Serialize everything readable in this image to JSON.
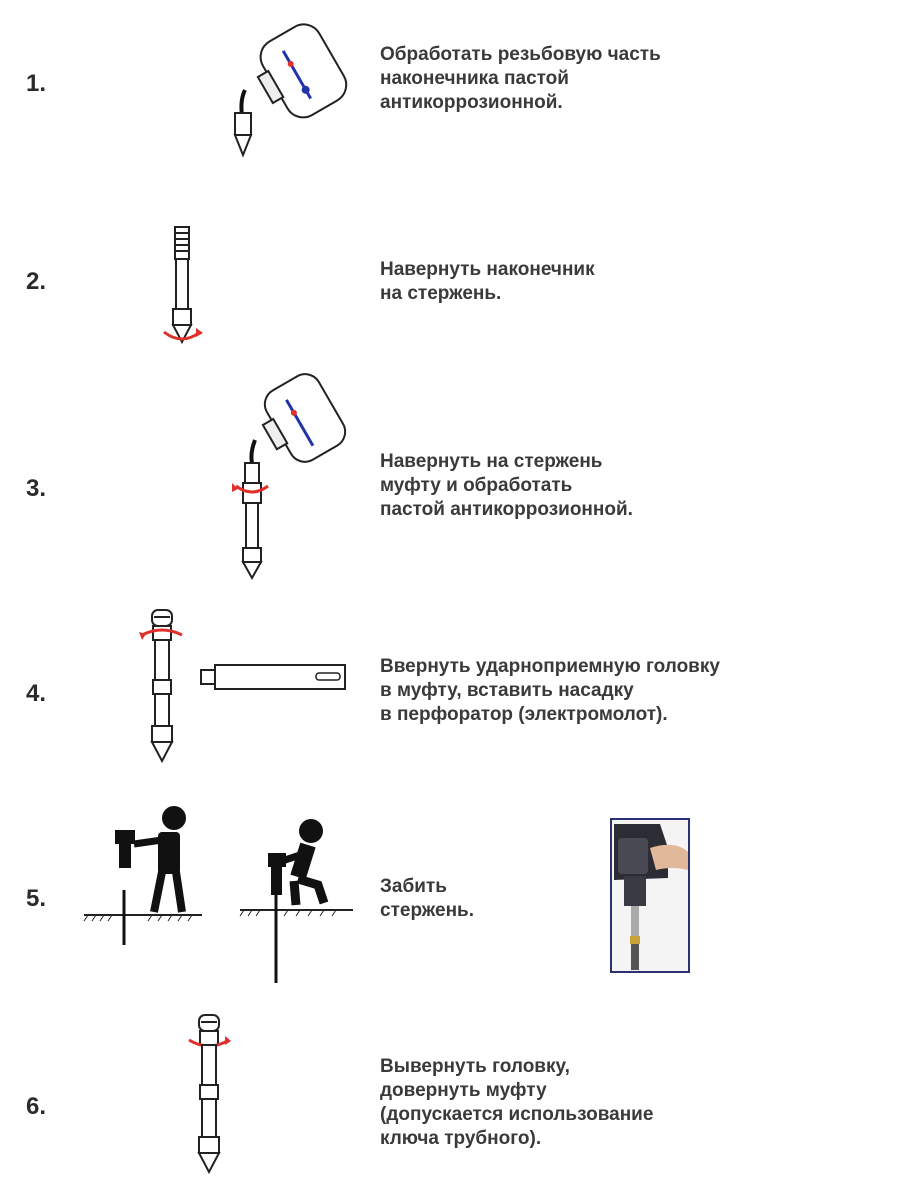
{
  "colors": {
    "text": "#3a3a3a",
    "number": "#2b2b2b",
    "arrow": "#e0302a",
    "outline": "#222222",
    "bottle_label": "#2233aa",
    "drill_frame": "#2a3070"
  },
  "icons": [
    "paste-bottle-icon",
    "rod-tip-icon",
    "rotation-arrow-icon",
    "coupling-icon",
    "impact-head-icon",
    "drill-adapter-icon",
    "standing-worker-icon",
    "kneeling-worker-icon",
    "rotary-hammer-photo"
  ],
  "steps": [
    {
      "number": "1.",
      "lines": [
        "Обработать резьбовую часть",
        "наконечника пастой",
        "антикоррозионной."
      ]
    },
    {
      "number": "2.",
      "lines": [
        "Навернуть наконечник",
        "на стержень."
      ]
    },
    {
      "number": "3.",
      "lines": [
        "Навернуть на стержень",
        "муфту и обработать",
        "пастой антикоррозионной."
      ]
    },
    {
      "number": "4.",
      "lines": [
        "Ввернуть ударноприемную головку",
        "в муфту, вставить насадку",
        "в перфоратор (электромолот)."
      ]
    },
    {
      "number": "5.",
      "lines": [
        "Забить",
        "стержень."
      ]
    },
    {
      "number": "6.",
      "lines": [
        "Вывернуть головку,",
        "довернуть муфту",
        "(допускается использование",
        "ключа трубного)."
      ]
    }
  ]
}
